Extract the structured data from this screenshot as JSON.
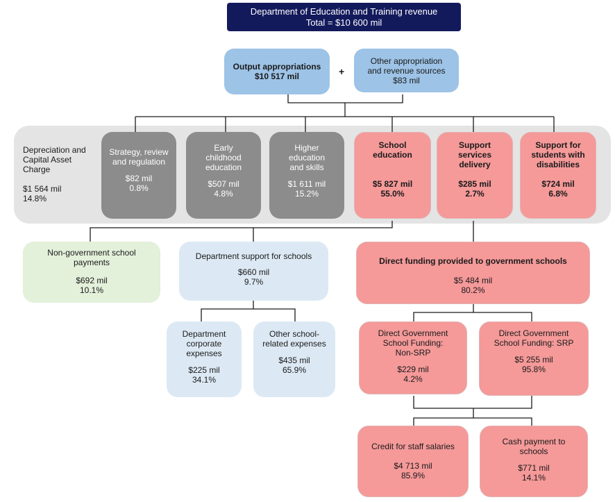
{
  "top": {
    "title": "Department of Education and Training revenue",
    "total": "Total = $10 600 mil"
  },
  "output": {
    "label": "Output appropriations",
    "amount": "$10 517 mil"
  },
  "plus": "+",
  "other": {
    "label": "Other appropriation and revenue sources",
    "amount": "$83 mil"
  },
  "depreciation": {
    "label": "Depreciation and Capital Asset Charge",
    "amount": "$1 564 mil",
    "pct": "14.8%"
  },
  "strategy": {
    "label": "Strategy, review and regulation",
    "amount": "$82 mil",
    "pct": "0.8%"
  },
  "early": {
    "label": "Early childhood education",
    "amount": "$507 mil",
    "pct": "4.8%"
  },
  "higher": {
    "label": "Higher education and skills",
    "amount": "$1 611 mil",
    "pct": "15.2%"
  },
  "school": {
    "label": "School education",
    "amount": "$5 827 mil",
    "pct": "55.0%"
  },
  "support_services": {
    "label": "Support services delivery",
    "amount": "$285 mil",
    "pct": "2.7%"
  },
  "disabilities": {
    "label": "Support for students with disabilities",
    "amount": "$724 mil",
    "pct": "6.8%"
  },
  "nongov": {
    "label": "Non-government school payments",
    "amount": "$692 mil",
    "pct": "10.1%"
  },
  "dept_support": {
    "label": "Department support for schools",
    "amount": "$660 mil",
    "pct": "9.7%"
  },
  "direct_funding": {
    "label": "Direct funding provided to government schools",
    "amount": "$5 484 mil",
    "pct": "80.2%"
  },
  "corporate": {
    "label": "Department corporate expenses",
    "amount": "$225 mil",
    "pct": "34.1%"
  },
  "school_related": {
    "label": "Other school-related expenses",
    "amount": "$435 mil",
    "pct": "65.9%"
  },
  "non_srp": {
    "label": "Direct Government School Funding: Non-SRP",
    "amount": "$229 mil",
    "pct": "4.2%"
  },
  "srp": {
    "label": "Direct Government School Funding: SRP",
    "amount": "$5 255 mil",
    "pct": "95.8%"
  },
  "credit": {
    "label": "Credit for staff salaries",
    "amount": "$4 713 mil",
    "pct": "85.9%"
  },
  "cash": {
    "label": "Cash payment to schools",
    "amount": "$771 mil",
    "pct": "14.1%"
  },
  "colors": {
    "navy": "#131a5c",
    "output_blue": "#9dc3e6",
    "light_blue": "#dce9f4",
    "green": "#e3f0da",
    "grey": "#8c8c8d",
    "pink": "#f59999",
    "band": "#e4e4e4"
  }
}
